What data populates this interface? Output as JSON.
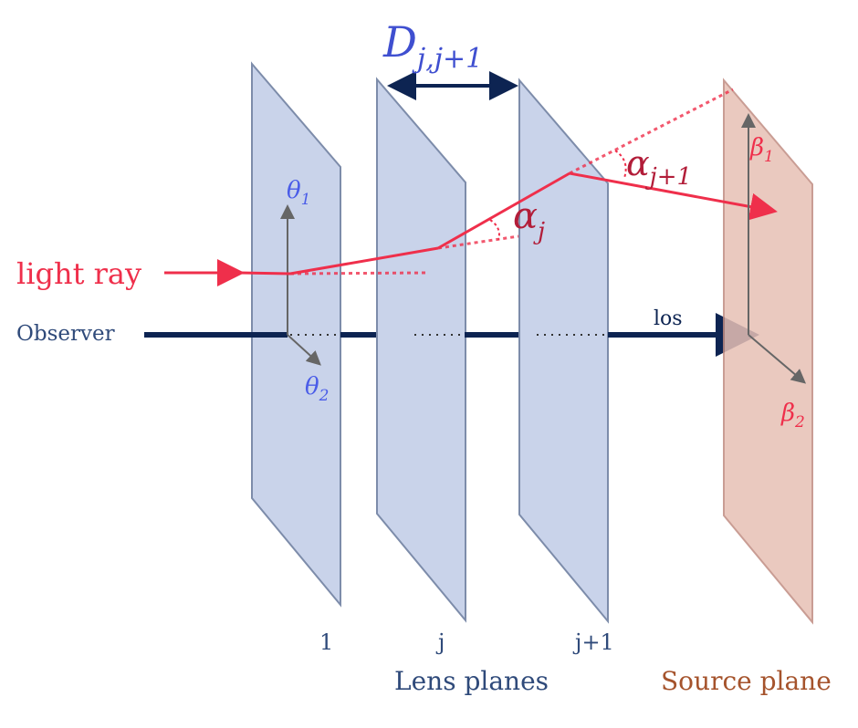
{
  "colors": {
    "lens_fill": "#c9d3ea",
    "lens_stroke": "#7d8caa",
    "source_fill": "#e7c0b5",
    "source_stroke": "#c08c82",
    "ray": "#ef2f4b",
    "los": "#0d2452",
    "axis_gray": "#666666",
    "theta_blue": "#4a5ce8",
    "beta_red": "#ef2f4b",
    "label_dark_blue": "#2f4a7a",
    "label_brown": "#a5532c",
    "distance_label": "#3f4fd0",
    "alpha_dark_red": "#b21d39"
  },
  "labels": {
    "distance": {
      "base": "D",
      "sub": "j,j+1"
    },
    "light_ray": "light ray",
    "observer": "Observer",
    "los": "los",
    "alpha_j": {
      "base": "α",
      "sub": "j"
    },
    "alpha_j1": {
      "base": "α",
      "sub": "j+1"
    },
    "theta1": {
      "base": "θ",
      "sub": "1"
    },
    "theta2": {
      "base": "θ",
      "sub": "2"
    },
    "beta1": {
      "base": "β",
      "sub": "1"
    },
    "beta2": {
      "base": "β",
      "sub": "2"
    },
    "plane_numbers": [
      "1",
      "j",
      "j+1"
    ],
    "lens_planes": "Lens planes",
    "source_plane": "Source plane"
  }
}
